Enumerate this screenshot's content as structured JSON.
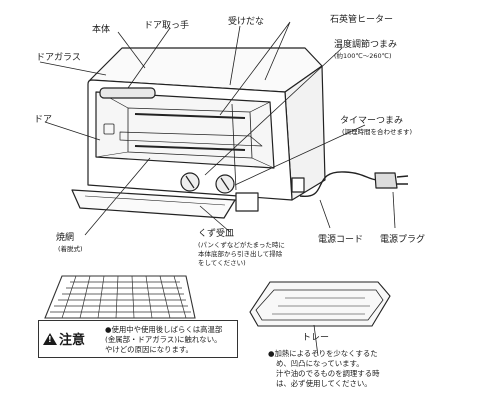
{
  "labels": {
    "body": "本体",
    "door_handle": "ドア取っ手",
    "tray_holder": "受けだな",
    "heater": "石英管ヒーター",
    "temp_knob": "温度調節つまみ",
    "temp_range": "(約100℃〜260℃)",
    "door_glass": "ドアガラス",
    "timer_knob": "タイマーつまみ",
    "timer_note": "(調理時間を合わせます)",
    "door": "ドア",
    "rack": "焼網",
    "rack_note": "(着脱式)",
    "crumb_tray": "くず受皿",
    "crumb_note_1": "(パンくずなどがたまった時に",
    "crumb_note_2": "本体底部から引き出して掃除",
    "crumb_note_3": "をしてください)",
    "power_cord": "電源コード",
    "power_plug": "電源プラグ",
    "tray": "トレー"
  },
  "caution": {
    "title": "注意",
    "line1": "●使用中や使用後しばらくは高温部",
    "line2": "(金属部・ドアガラス)に触れない。",
    "line3": "やけどの原因になります。"
  },
  "tray_note": {
    "line1": "●加熱によるそりを少なくするた",
    "line2": "め、凹凸になっています。",
    "line3": "汁や油のでるものを調理する時",
    "line4": "は、必ず使用してください。"
  }
}
